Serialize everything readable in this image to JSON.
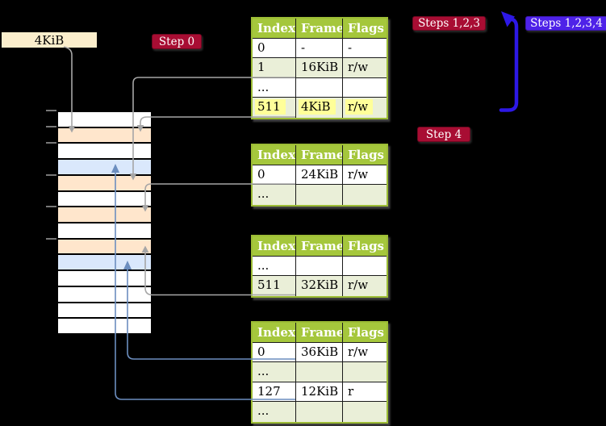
{
  "labels": {
    "frame_box": "4KiB",
    "step_0": "Step 0",
    "steps_123": "Steps 1,2,3",
    "steps_1234": "Steps 1,2,3,4",
    "step_4": "Step 4"
  },
  "colors": {
    "background": "#000000",
    "badge_red": "#A80D33",
    "badge_purple": "#4E22E8",
    "table_header_green": "#A5C73C",
    "table_row_green": "#EAEFD8",
    "highlight_yellow": "#FFFF99",
    "memory_orange": "#FFE6CC",
    "memory_blue": "#DAE8FC",
    "frame_label_cream": "#FBEECC",
    "connector_gray": "#A6A6A6",
    "connector_blue": "#6C8EBF",
    "recursion_arrow_blue": "#2D18E6"
  },
  "memory_column": {
    "row_colors": [
      "white",
      "orange",
      "white",
      "blue",
      "orange",
      "white",
      "orange",
      "white",
      "orange",
      "blue",
      "white",
      "white",
      "white",
      "white"
    ]
  },
  "page_tables": [
    {
      "id": "table-1",
      "headers": [
        "Index",
        "Frame",
        "Flags"
      ],
      "rows": [
        {
          "cells": [
            "0",
            "-",
            "-"
          ],
          "shade": false,
          "highlight": false
        },
        {
          "cells": [
            "1",
            "16KiB",
            "r/w"
          ],
          "shade": true,
          "highlight": false
        },
        {
          "cells": [
            "...",
            "",
            ""
          ],
          "shade": false,
          "highlight": false
        },
        {
          "cells": [
            "511",
            "4KiB",
            "r/w"
          ],
          "shade": true,
          "highlight": true
        }
      ]
    },
    {
      "id": "table-2",
      "headers": [
        "Index",
        "Frame",
        "Flags"
      ],
      "rows": [
        {
          "cells": [
            "0",
            "24KiB",
            "r/w"
          ],
          "shade": false,
          "highlight": false
        },
        {
          "cells": [
            "...",
            "",
            ""
          ],
          "shade": true,
          "highlight": false
        }
      ]
    },
    {
      "id": "table-3",
      "headers": [
        "Index",
        "Frame",
        "Flags"
      ],
      "rows": [
        {
          "cells": [
            "...",
            "",
            ""
          ],
          "shade": false,
          "highlight": false
        },
        {
          "cells": [
            "511",
            "32KiB",
            "r/w"
          ],
          "shade": true,
          "highlight": false
        }
      ]
    },
    {
      "id": "table-4",
      "headers": [
        "Index",
        "Frame",
        "Flags"
      ],
      "rows": [
        {
          "cells": [
            "0",
            "36KiB",
            "r/w"
          ],
          "shade": false,
          "highlight": false
        },
        {
          "cells": [
            "...",
            "",
            ""
          ],
          "shade": true,
          "highlight": false
        },
        {
          "cells": [
            "127",
            "12KiB",
            "r"
          ],
          "shade": false,
          "highlight": false
        },
        {
          "cells": [
            "...",
            "",
            ""
          ],
          "shade": true,
          "highlight": false
        }
      ]
    }
  ]
}
